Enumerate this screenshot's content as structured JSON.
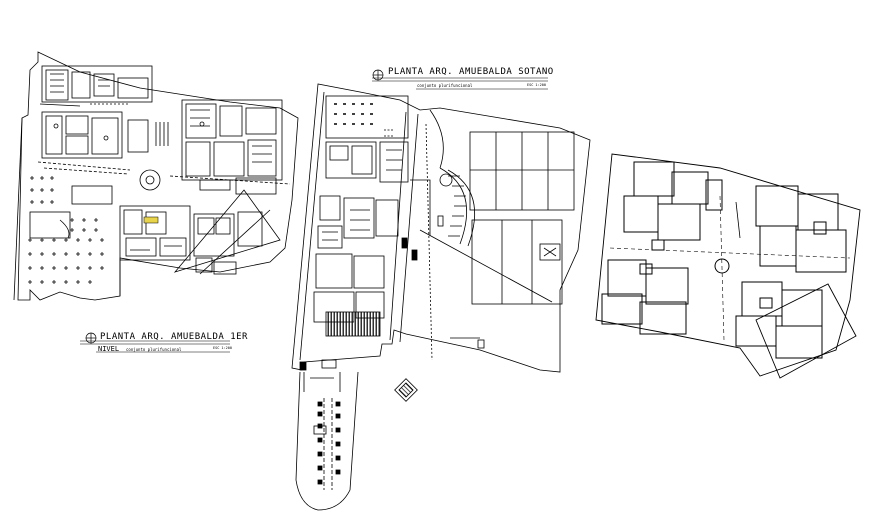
{
  "plans": [
    {
      "title": "PLANTA ARQ. AMUEBALDA SOTANO",
      "subtitle": "conjunto plurifuncional",
      "scale": "ESC 1:200"
    },
    {
      "title": "PLANTA ARQ. AMUEBALDA 1ER",
      "level": "NIVEL",
      "subtitle": "conjunto plurifuncional",
      "scale": "ESC 1:200"
    }
  ],
  "colors": {
    "line": "#000000",
    "highlight": "#e8d44a",
    "background": "#ffffff"
  }
}
